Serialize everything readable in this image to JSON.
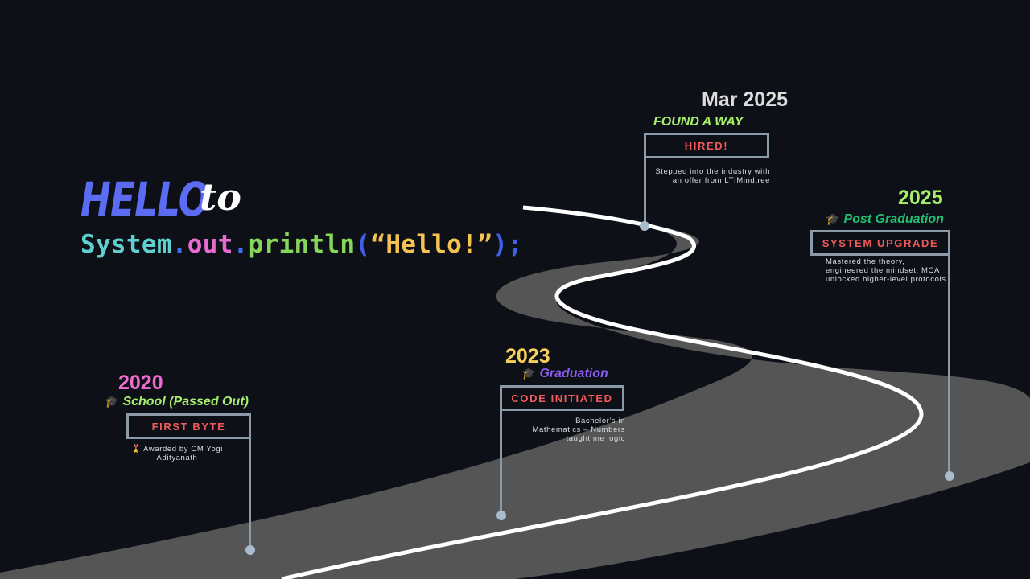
{
  "intro": {
    "hello": "HELLO",
    "to": "to",
    "code": {
      "system": "System",
      "dot1": ".",
      "out": "out",
      "dot2": ".",
      "println": "println",
      "open": "(",
      "string": "“Hello!”",
      "close": ");"
    }
  },
  "milestones": [
    {
      "year": "2020",
      "year_color": "#f06bd0",
      "icon": "graduation-cap-icon",
      "subtitle": "School (Passed Out)",
      "subtitle_color": "#a7ef6b",
      "label": "FIRST BYTE",
      "description": "🎖️ Awarded by CM Yogi Adityanath"
    },
    {
      "year": "2023",
      "year_color": "#f6d05a",
      "icon": "graduation-cap-icon",
      "subtitle": "Graduation",
      "subtitle_color": "#8a5cf0",
      "label": "CODE INITIATED",
      "description": "Bachelor's in Mathematics – Numbers taught me logic"
    },
    {
      "year": "Mar 2025",
      "year_color": "#dcdcdc",
      "subtitle": "FOUND A WAY",
      "subtitle_color": "#a7ef6b",
      "label": "HIRED!",
      "description": "Stepped into the industry with an offer from LTIMindtree"
    },
    {
      "year": "2025",
      "year_color": "#a7ef6b",
      "icon": "graduation-cap-icon",
      "subtitle": "Post Graduation",
      "subtitle_color": "#20c070",
      "label": "SYSTEM UPGRADE",
      "description": "Mastered the theory, engineered the mindset. MCA unlocked higher-level protocols"
    }
  ],
  "colors": {
    "background": "#0d1017",
    "road": "#555555",
    "road_line": "#ffffff",
    "connector": "#8a9aa8",
    "label_text": "#f25a5a"
  }
}
